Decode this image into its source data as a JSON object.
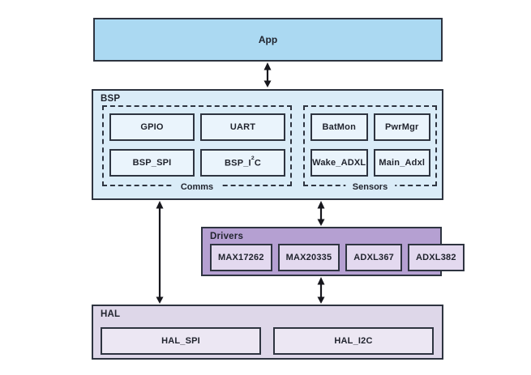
{
  "app": {
    "label": "App"
  },
  "bsp": {
    "label": "BSP",
    "comms": {
      "label": "Comms",
      "items": [
        {
          "label": "GPIO"
        },
        {
          "label": "UART"
        },
        {
          "label": "BSP_SPI"
        }
      ],
      "i2c": {
        "pre": "BSP_I",
        "sup": "2",
        "post": "C"
      }
    },
    "sensors": {
      "label": "Sensors",
      "items": [
        {
          "label": "BatMon"
        },
        {
          "label": "PwrMgr"
        },
        {
          "label": "Wake_ADXL"
        },
        {
          "label": "Main_Adxl"
        }
      ]
    }
  },
  "drivers": {
    "label": "Drivers",
    "items": [
      {
        "label": "MAX17262"
      },
      {
        "label": "MAX20335"
      },
      {
        "label": "ADXL367"
      },
      {
        "label": "ADXL382"
      }
    ]
  },
  "hal": {
    "label": "HAL",
    "items": [
      {
        "label": "HAL_SPI"
      },
      {
        "label": "HAL_I2C"
      }
    ]
  },
  "colors": {
    "app_fill": "#abd9f2",
    "bsp_fill": "#daecf8",
    "bsp_item_fill": "#eaf4fc",
    "drivers_fill": "#b5a0d2",
    "drivers_item_fill": "#e3d9ef",
    "hal_fill": "#ded7e9",
    "hal_item_fill": "#ece7f3",
    "border": "#2e3440",
    "text": "#21242e",
    "arrow": "#17171d",
    "bg": "#ffffff"
  }
}
